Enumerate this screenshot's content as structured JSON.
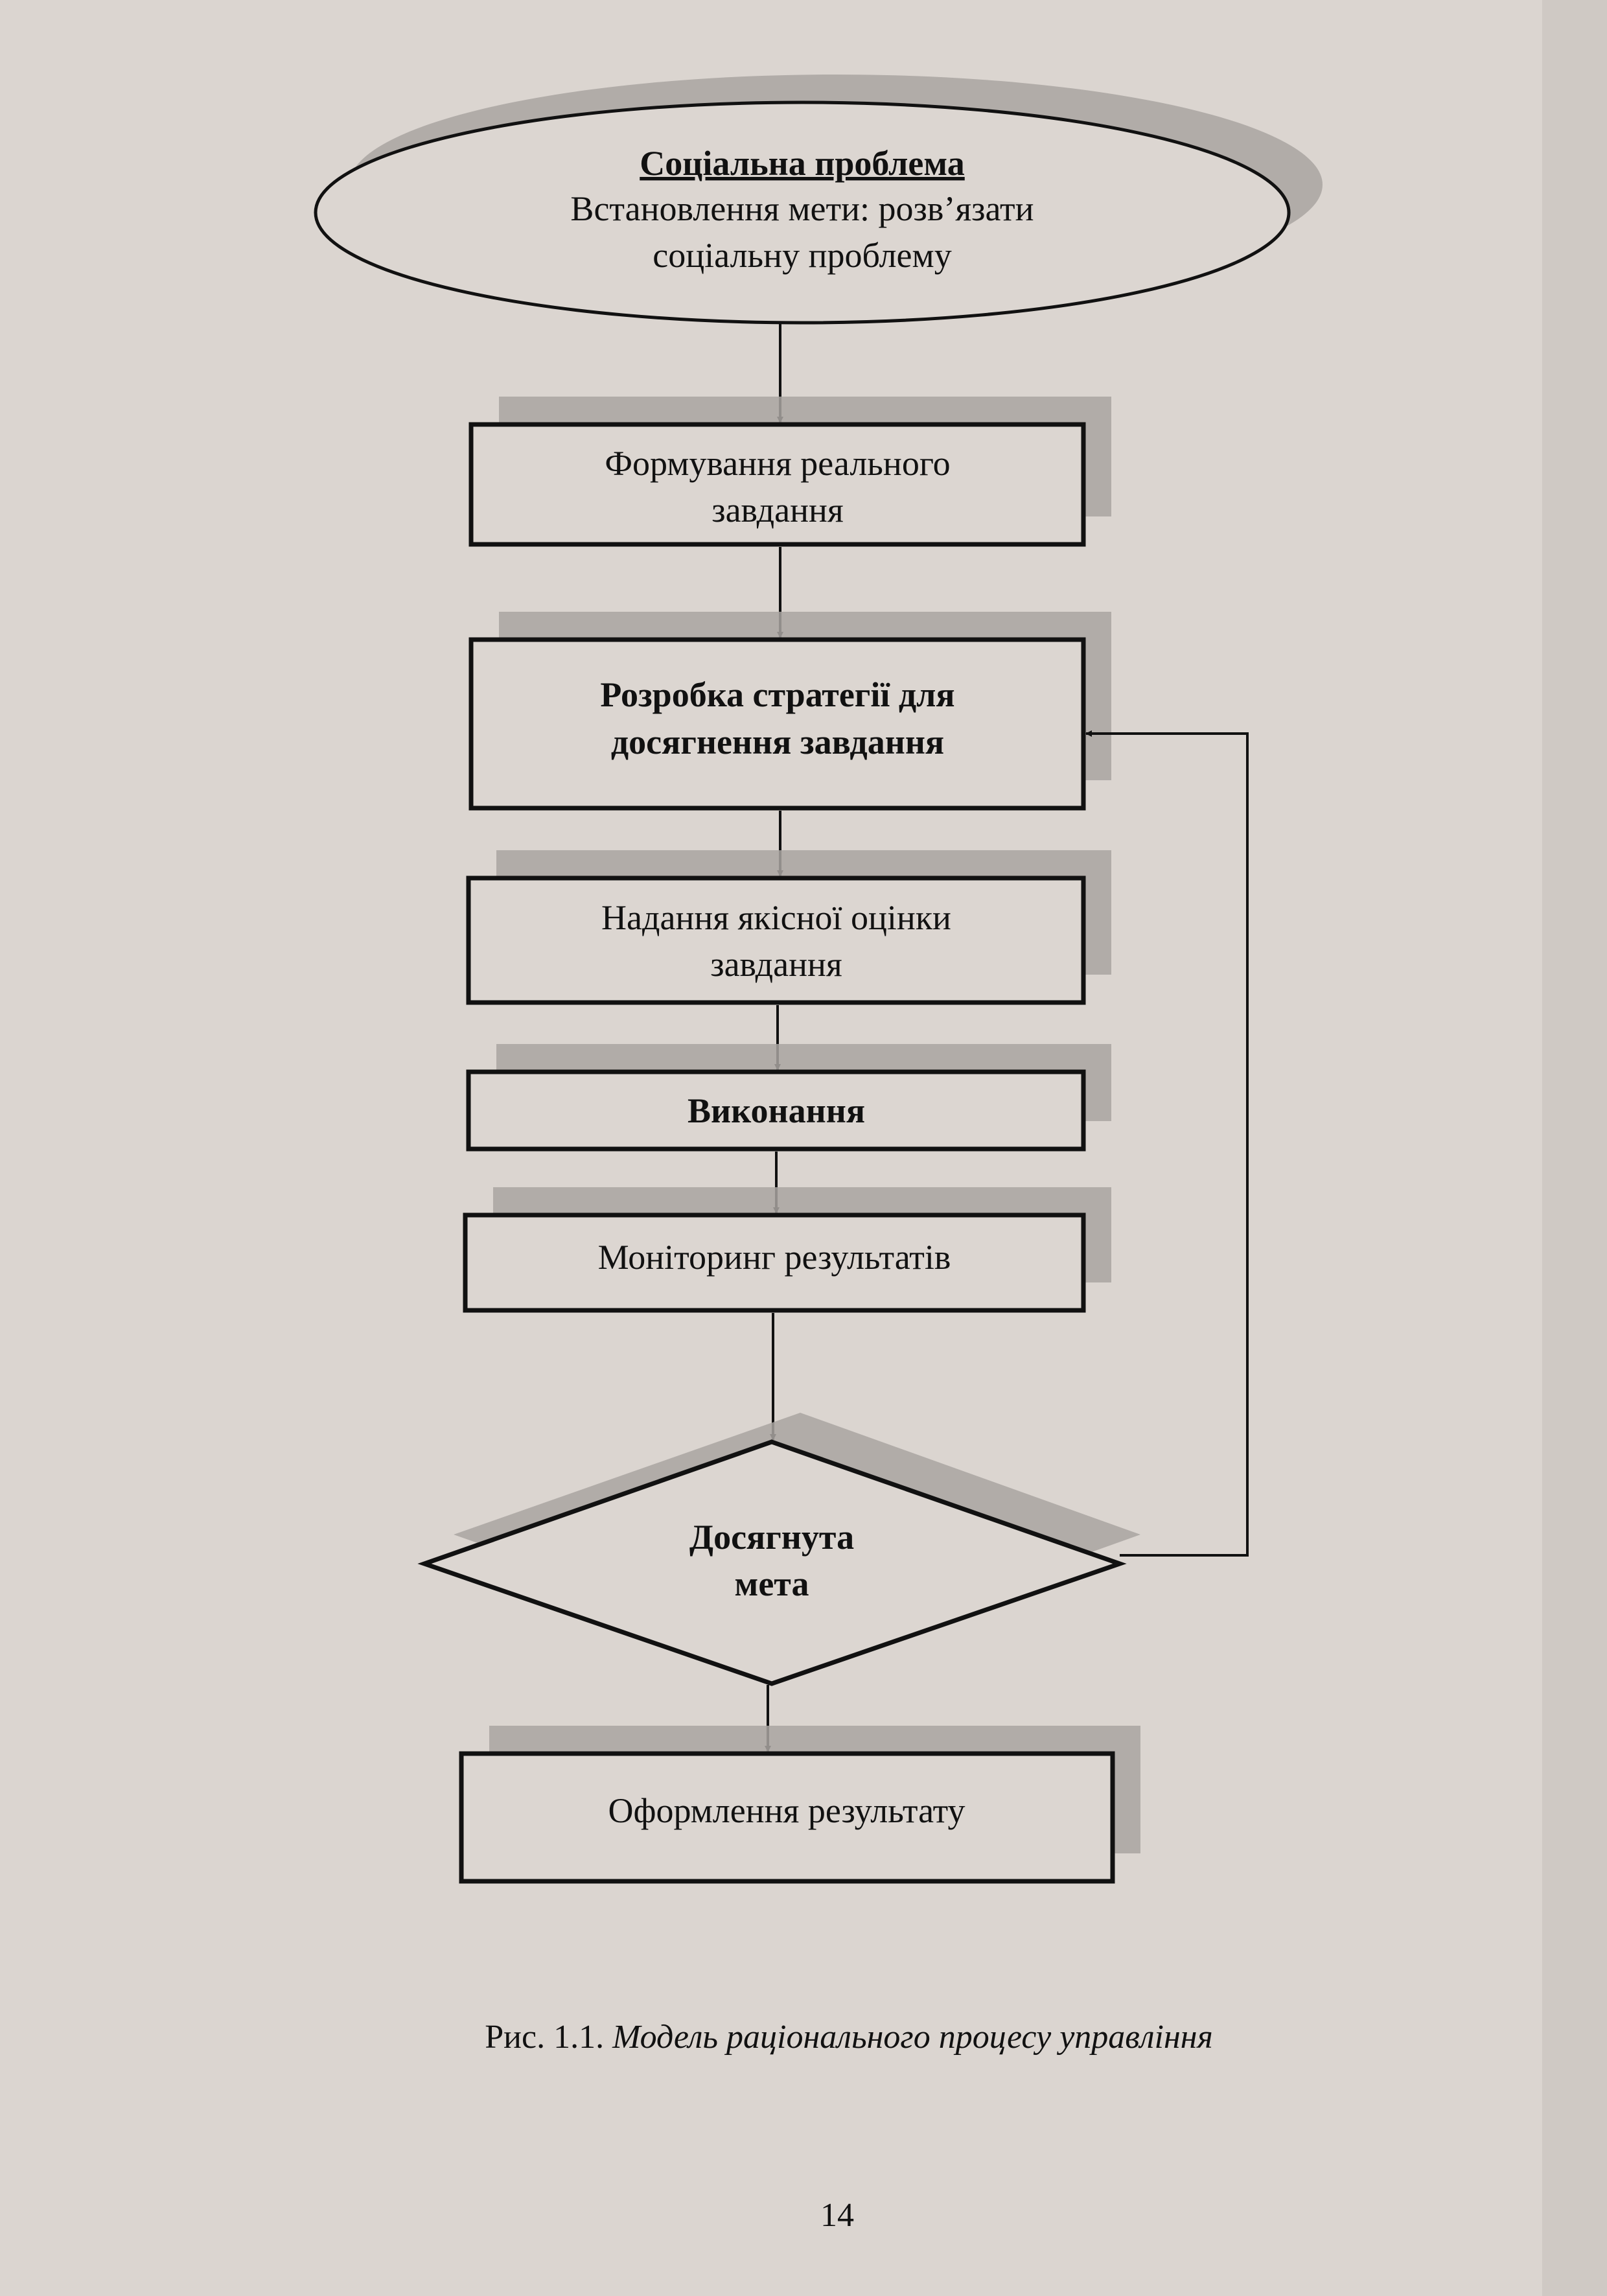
{
  "diagram": {
    "start": {
      "title": "Соціальна проблема",
      "line1": "Встановлення мети: розв’язати",
      "line2": "соціальну проблему"
    },
    "steps": [
      {
        "lines": [
          "Формування реального",
          "завдання"
        ]
      },
      {
        "lines": [
          "Розробка стратегії для",
          "досягнення завдання"
        ]
      },
      {
        "lines": [
          "Надання якісної оцінки",
          "завдання"
        ]
      },
      {
        "lines": [
          "Виконання"
        ]
      },
      {
        "lines": [
          "Моніторинг результатів"
        ]
      }
    ],
    "decision": {
      "lines": [
        "Досягнута",
        "мета"
      ]
    },
    "end": {
      "lines": [
        "Оформлення результату"
      ]
    }
  },
  "caption": {
    "prefix": "Рис. 1.1.",
    "title": "Модель раціонального процесу управління"
  },
  "page_number": "14"
}
